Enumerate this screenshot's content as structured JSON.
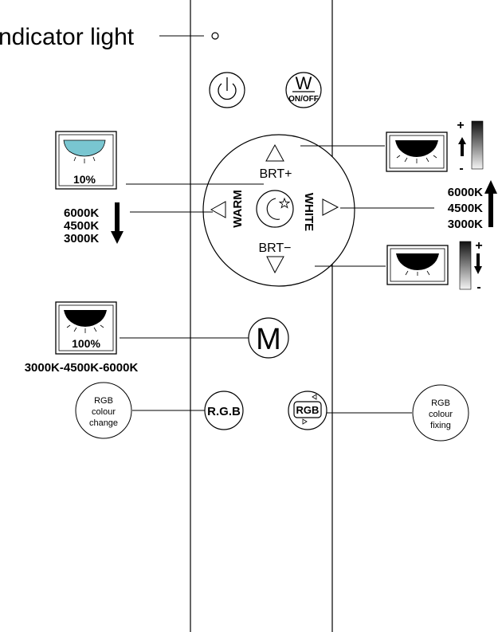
{
  "callouts": {
    "indicator": "ndicator light"
  },
  "buttons": {
    "power": {
      "icon": "power-icon"
    },
    "white_onoff": {
      "top": "W",
      "bottom": "ON/OFF"
    },
    "brt_plus": "BRT+",
    "brt_minus": "BRT−",
    "warm": "WARM",
    "white": "WHITE",
    "night": {
      "icon": "moon-star-icon"
    },
    "mode": "M",
    "rgb_change": "R.G.B",
    "rgb_fixing": "RGB"
  },
  "panels": {
    "dim_level": "10%",
    "full_level": "100%",
    "warm_temps": [
      "6000K",
      "4500K",
      "3000K"
    ],
    "white_temps": [
      "6000K",
      "4500K",
      "3000K"
    ],
    "mode_cycle": "3000K-4500K-6000K",
    "plus": "+",
    "minus": "-"
  },
  "notes": {
    "rgb_change": [
      "RGB",
      "colour",
      "change"
    ],
    "rgb_fixing": [
      "RGB",
      "colour",
      "fixing"
    ]
  },
  "colors": {
    "lamp_dim": "#79c6d1",
    "lamp_full": "#000000",
    "outline": "#000000"
  }
}
